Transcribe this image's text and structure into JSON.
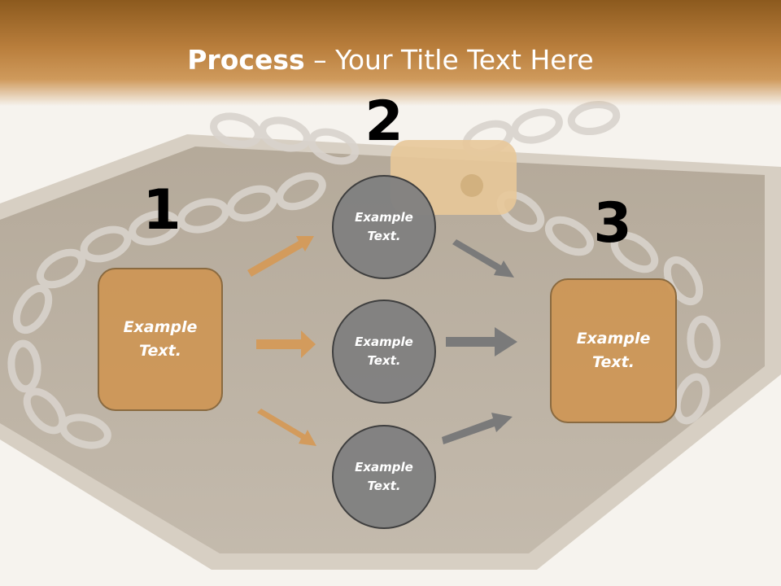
{
  "title": {
    "bold": "Process",
    "rest": " – Your Title Text Here"
  },
  "steps": {
    "one": "1",
    "two": "2",
    "three": "3"
  },
  "nodes": {
    "left_box": "Example Text.",
    "circle_top": "Example Text.",
    "circle_mid": "Example Text.",
    "circle_bottom": "Example Text.",
    "right_box": "Example Text."
  },
  "colors": {
    "accent": "#cd9655",
    "circle": "#808080",
    "arrow_orange": "#d39b5c",
    "arrow_gray": "#7a7a7a"
  }
}
